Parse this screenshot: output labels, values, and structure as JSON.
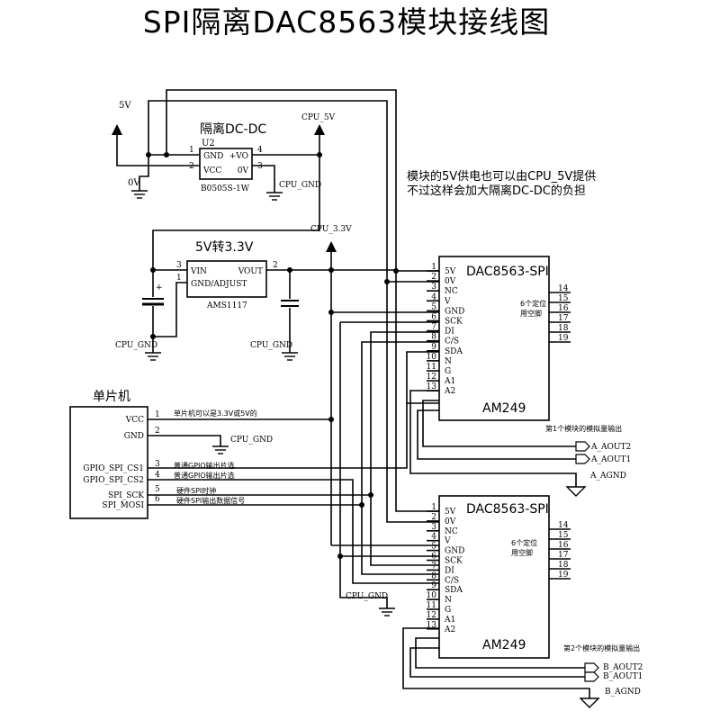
{
  "title": "SPI隔离DAC8563模块接线图",
  "power": {
    "v5": "5V",
    "ov": "0V",
    "cpu5v": "CPU_5V",
    "cpu33v": "CPU_3.3V",
    "cpu_gnd": "CPU_GND"
  },
  "dcdc": {
    "heading": "隔离DC-DC",
    "ref": "U2",
    "part": "B0505S-1W",
    "pins": [
      {
        "num": "1",
        "name": "GND"
      },
      {
        "num": "2",
        "name": "VCC"
      },
      {
        "num": "4",
        "name": "+VO"
      },
      {
        "num": "3",
        "name": "0V"
      }
    ]
  },
  "note": {
    "line1": "模块的5V供电也可以由CPU_5V提供",
    "line2": "不过这样会加大隔离DC-DC的负担"
  },
  "ldo": {
    "heading": "5V转3.3V",
    "part": "AMS1117",
    "pins": [
      {
        "num": "3",
        "name": "VIN"
      },
      {
        "num": "1",
        "name": "GND/ADJUST"
      },
      {
        "num": "2",
        "name": "VOUT"
      }
    ],
    "plus": "+"
  },
  "mcu": {
    "heading": "单片机",
    "pins": [
      {
        "num": "1",
        "name": "VCC",
        "note": "单片机可以是3.3V或5V的"
      },
      {
        "num": "2",
        "name": "GND",
        "note": ""
      },
      {
        "num": "3",
        "name": "GPIO_SPI_CS1",
        "note": "普通GPIO输出片选"
      },
      {
        "num": "4",
        "name": "GPIO_SPI_CS2",
        "note": "普通GPIO输出片选"
      },
      {
        "num": "5",
        "name": "SPI_SCK",
        "note": "硬件SPI时钟"
      },
      {
        "num": "6",
        "name": "SPI_MOSI",
        "note": "硬件SPI输出数据信号"
      }
    ]
  },
  "dac": {
    "name": "DAC8563-SPI",
    "model": "AM249",
    "spare1": "6个定位",
    "spare2": "用空脚",
    "left_pins": [
      {
        "num": "1",
        "name": "5V"
      },
      {
        "num": "2",
        "name": "0V"
      },
      {
        "num": "3",
        "name": "NC"
      },
      {
        "num": "4",
        "name": "V"
      },
      {
        "num": "5",
        "name": "GND"
      },
      {
        "num": "6",
        "name": "SCK"
      },
      {
        "num": "7",
        "name": "DI"
      },
      {
        "num": "8",
        "name": "C/S"
      },
      {
        "num": "9",
        "name": "SDA"
      },
      {
        "num": "10",
        "name": "N"
      },
      {
        "num": "11",
        "name": "G"
      },
      {
        "num": "12",
        "name": "A1"
      },
      {
        "num": "13",
        "name": "A2"
      }
    ],
    "right_pins": [
      "14",
      "15",
      "16",
      "17",
      "18",
      "19"
    ]
  },
  "out1": {
    "caption": "第1个模块的模拟量输出",
    "aout2": "A_AOUT2",
    "aout1": "A_AOUT1",
    "agnd": "A_AGND"
  },
  "out2": {
    "caption": "第2个模块的模拟量输出",
    "aout2": "B_AOUT2",
    "aout1": "B_AOUT1",
    "agnd": "B_AGND"
  }
}
